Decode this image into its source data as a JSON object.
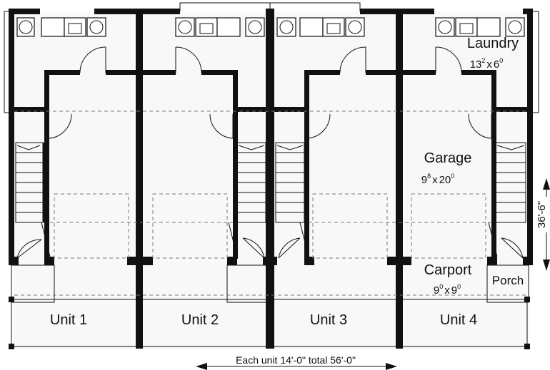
{
  "rooms": {
    "laundry": "Laundry",
    "laundry_size": {
      "w": "13",
      "w_sup": "2",
      "sep": "x",
      "d": "6",
      "d_sup": "0"
    },
    "garage": "Garage",
    "garage_size": {
      "w": "9",
      "w_sup": "8",
      "sep": "x",
      "d": "20",
      "d_sup": "0"
    },
    "carport": "Carport",
    "carport_size": {
      "w": "9",
      "w_sup": "0",
      "sep": "x",
      "d": "9",
      "d_sup": "0"
    },
    "porch": "Porch"
  },
  "units": [
    {
      "label": "Unit 1"
    },
    {
      "label": "Unit 2"
    },
    {
      "label": "Unit 3"
    },
    {
      "label": "Unit 4"
    }
  ],
  "dimensions": {
    "width": "Each unit 14'-0\" total 56'-0\"",
    "depth": "36'-6\""
  },
  "colors": {
    "wall": "#111111",
    "background": "#ffffff",
    "fill": "#f7f7f7"
  }
}
